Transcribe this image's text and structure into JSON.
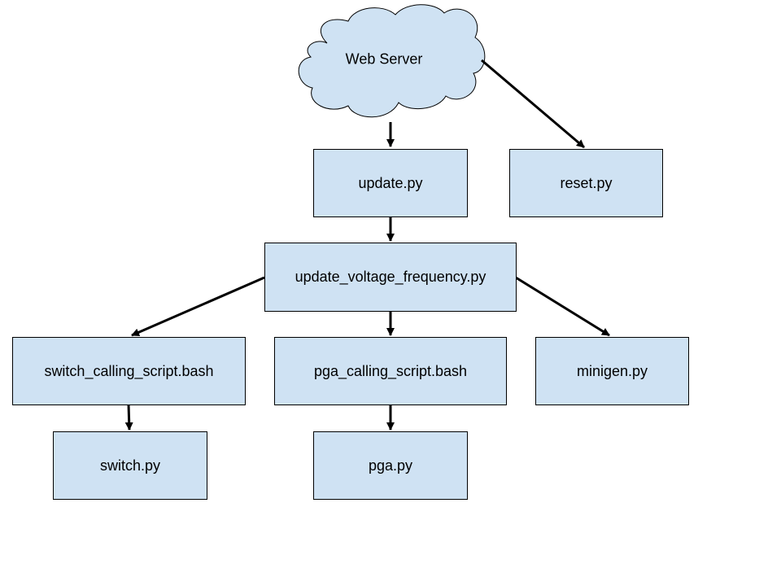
{
  "theme": {
    "node_fill": "#cfe2f3",
    "node_border": "#000000",
    "edge_color": "#000000"
  },
  "nodes": {
    "web_server": "Web Server",
    "update": "update.py",
    "reset": "reset.py",
    "update_voltage_frequency": "update_voltage_frequency.py",
    "switch_calling_script": "switch_calling_script.bash",
    "pga_calling_script": "pga_calling_script.bash",
    "minigen": "minigen.py",
    "switch": "switch.py",
    "pga": "pga.py"
  },
  "edges": [
    {
      "from": "web_server",
      "to": "update"
    },
    {
      "from": "web_server",
      "to": "reset"
    },
    {
      "from": "update",
      "to": "update_voltage_frequency"
    },
    {
      "from": "update_voltage_frequency",
      "to": "switch_calling_script"
    },
    {
      "from": "update_voltage_frequency",
      "to": "pga_calling_script"
    },
    {
      "from": "update_voltage_frequency",
      "to": "minigen"
    },
    {
      "from": "switch_calling_script",
      "to": "switch"
    },
    {
      "from": "pga_calling_script",
      "to": "pga"
    }
  ]
}
